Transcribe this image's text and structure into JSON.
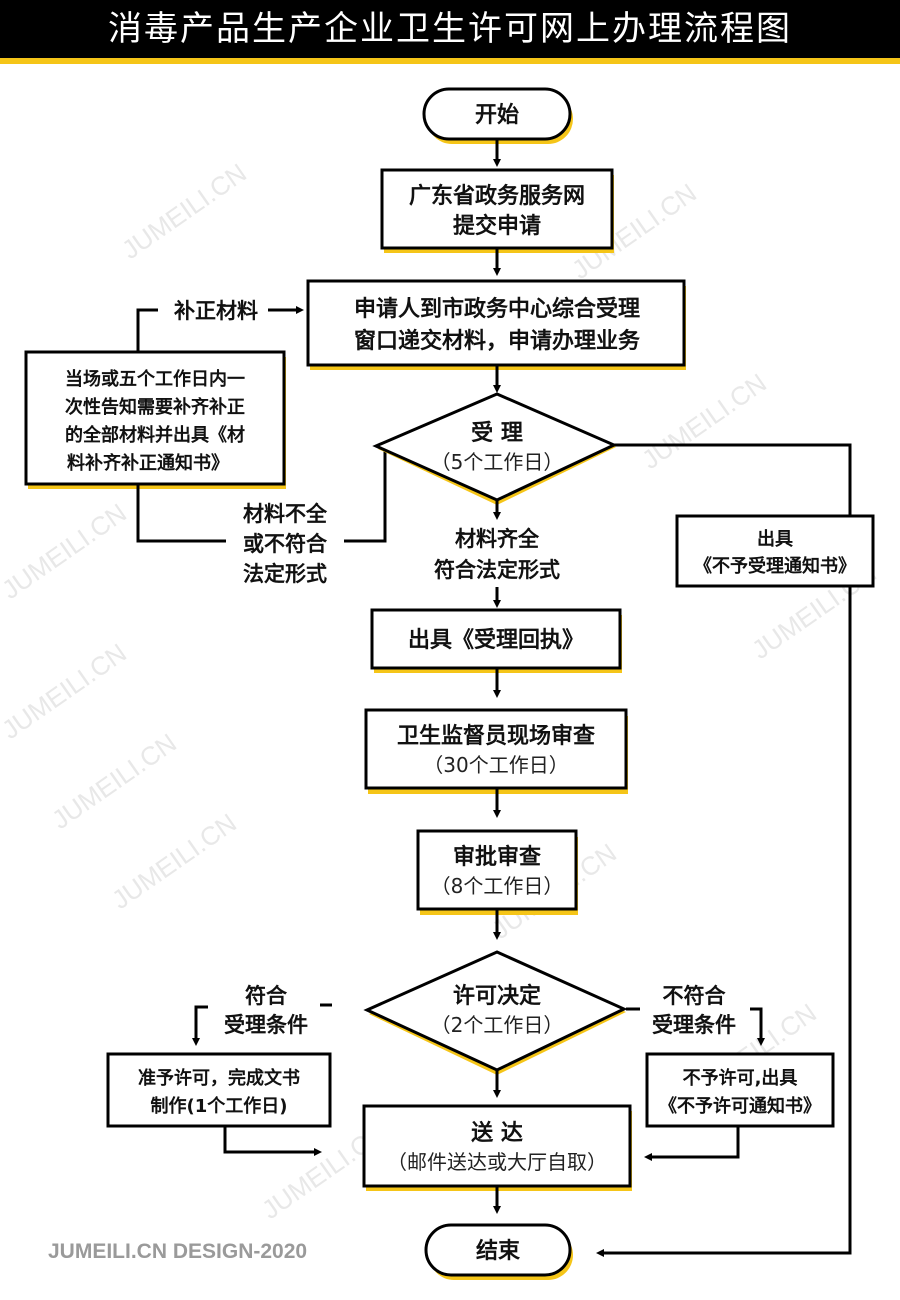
{
  "header": {
    "title": "消毒产品生产企业卫生许可网上办理流程图"
  },
  "colors": {
    "accent": "#f5c518",
    "line": "#000000",
    "header_bg": "#000000",
    "footer_text": "#9a9a9a"
  },
  "watermark": "JUMEILI.CN",
  "nodes": {
    "start": "开始",
    "submit": {
      "line1": "广东省政务服务网",
      "line2": "提交申请"
    },
    "window": {
      "line1": "申请人到市政务中心综合受理",
      "line2": "窗口递交材料，申请办理业务"
    },
    "accept": {
      "title": "受 理",
      "duration": "（5个工作日）"
    },
    "notify_supplement": {
      "line1": "当场或五个工作日内一",
      "line2": "次性告知需要补齐补正",
      "line3": "的全部材料并出具《材",
      "line4": "料补齐补正通知书》"
    },
    "reject_notice": {
      "line1": "出具",
      "line2": "《不予受理通知书》"
    },
    "receipt": "出具《受理回执》",
    "inspection": {
      "title": "卫生监督员现场审查",
      "duration": "（30个工作日）"
    },
    "approval_review": {
      "title": "审批审查",
      "duration": "（8个工作日）"
    },
    "decision": {
      "title": "许可决定",
      "duration": "（2个工作日）"
    },
    "grant": {
      "line1": "准予许可，完成文书",
      "line2": "制作(1个工作日)"
    },
    "deny": {
      "line1": "不予许可,出具",
      "line2": "《不予许可通知书》"
    },
    "deliver": {
      "title": "送 达",
      "subtitle": "（邮件送达或大厅自取）"
    },
    "end": "结束"
  },
  "labels": {
    "supplement": "补正材料",
    "incomplete": {
      "line1": "材料不全",
      "line2": "或不符合",
      "line3": "法定形式"
    },
    "complete": {
      "line1": "材料齐全",
      "line2": "符合法定形式"
    },
    "qualified": {
      "line1": "符合",
      "line2": "受理条件"
    },
    "unqualified": {
      "line1": "不符合",
      "line2": "受理条件"
    }
  },
  "footer": {
    "credit": "JUMEILI.CN DESIGN-2020"
  }
}
